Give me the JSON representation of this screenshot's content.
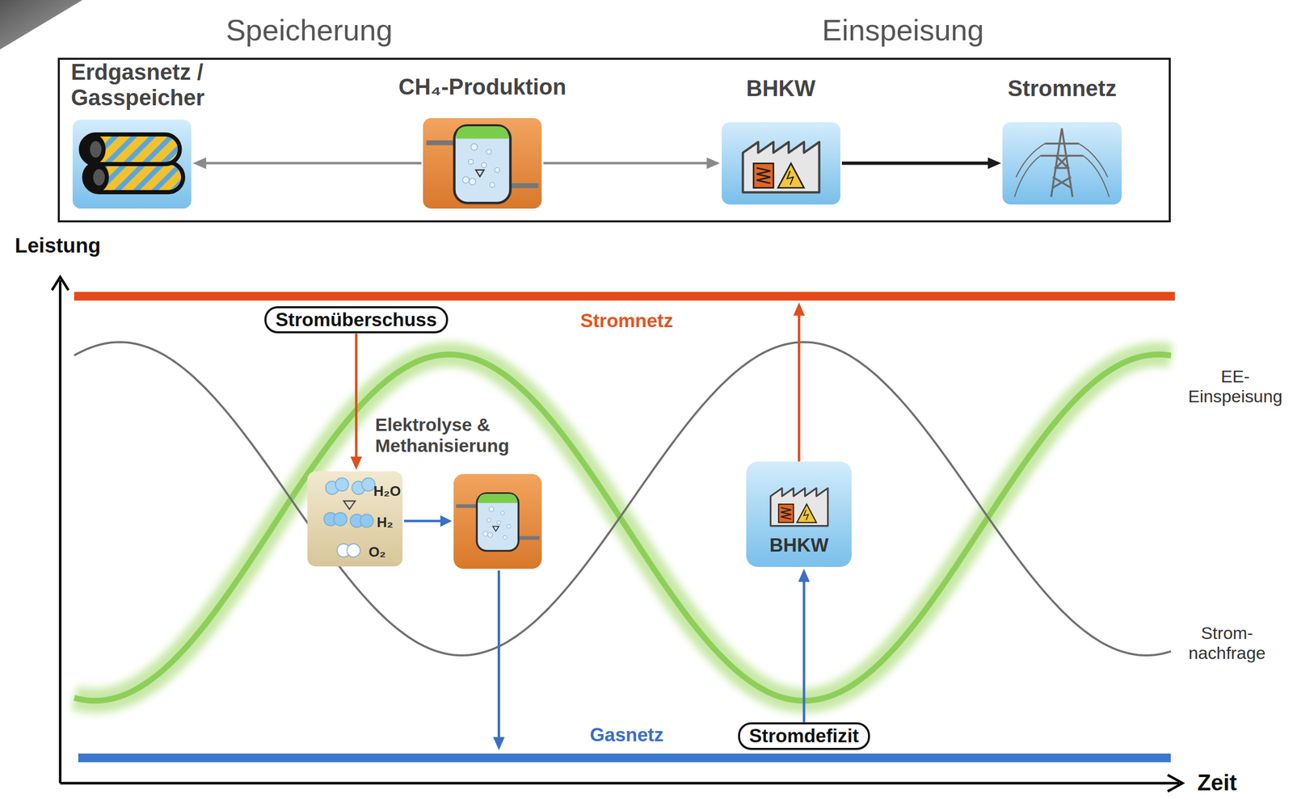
{
  "diagram": {
    "nodes": [
      {
        "text": [
          "Speicherung",
          "Einspeisung"
        ]
      },
      {
        "text": [
          "Erdgasnetz / Gasspeicher"
        ],
        "in": 0
      },
      {
        "text": [
          "CH₄-Produktion"
        ],
        "in": 0
      },
      {
        "text": [
          "BHKW"
        ],
        "in": 0
      },
      {
        "text": [
          "Stromnetz"
        ],
        "in": 0
      },
      {
        "text": [
          "Stromnetz"
        ]
      },
      {
        "text": [
          "Stromüberschuss"
        ]
      },
      {
        "text": [
          "H₂O",
          "H₂",
          "O₂"
        ]
      },
      {
        "text": [
          "BHKW"
        ]
      },
      {
        "text": [
          "Gasnetz"
        ]
      },
      {
        "text": [
          "Stromdefizit"
        ]
      }
    ],
    "edges": [
      {
        "from": 2,
        "to": 1,
        "arrow": "to"
      },
      {
        "from": 2,
        "to": 3,
        "arrow": "to"
      },
      {
        "from": 3,
        "to": 4,
        "arrow": "to"
      },
      {
        "from": 6,
        "to": 7,
        "arrow": "to"
      },
      {
        "from": 8,
        "to": 5,
        "arrow": "to"
      },
      {
        "from": 10,
        "to": 8,
        "arrow": "to"
      }
    ],
    "labels": [
      "Leistung",
      "Elektrolyse & Methanisierung",
      "EE- Einspeisung",
      "Strom- nachfrage",
      "Zeit"
    ]
  }
}
